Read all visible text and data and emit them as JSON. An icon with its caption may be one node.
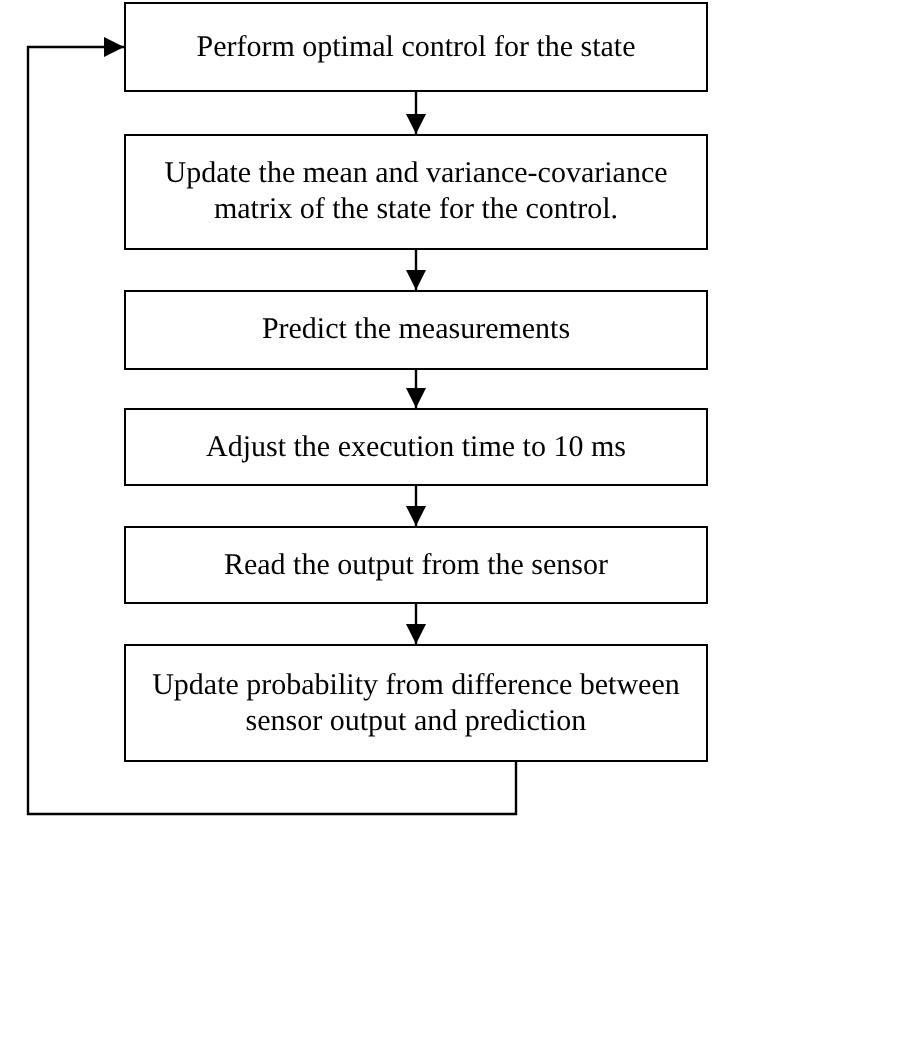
{
  "diagram": {
    "nodes": [
      {
        "text": [
          "Perform optimal control for the state"
        ]
      },
      {
        "text": [
          "Update the mean and variance-covariance matrix of the state for the control."
        ]
      },
      {
        "text": [
          "Predict the measurements"
        ]
      },
      {
        "text": [
          "Adjust the execution time to 10 ms"
        ]
      },
      {
        "text": [
          "Read the output from the sensor"
        ]
      },
      {
        "text": [
          "Update probability from difference between sensor output and prediction"
        ]
      }
    ],
    "edges": [
      {
        "from": 0,
        "to": 1,
        "arrow": "to"
      },
      {
        "from": 1,
        "to": 2,
        "arrow": "to"
      },
      {
        "from": 2,
        "to": 3,
        "arrow": "to"
      },
      {
        "from": 3,
        "to": 4,
        "arrow": "to"
      },
      {
        "from": 4,
        "to": 5,
        "arrow": "to"
      },
      {
        "from": 5,
        "to": 0,
        "arrow": "to"
      }
    ]
  }
}
